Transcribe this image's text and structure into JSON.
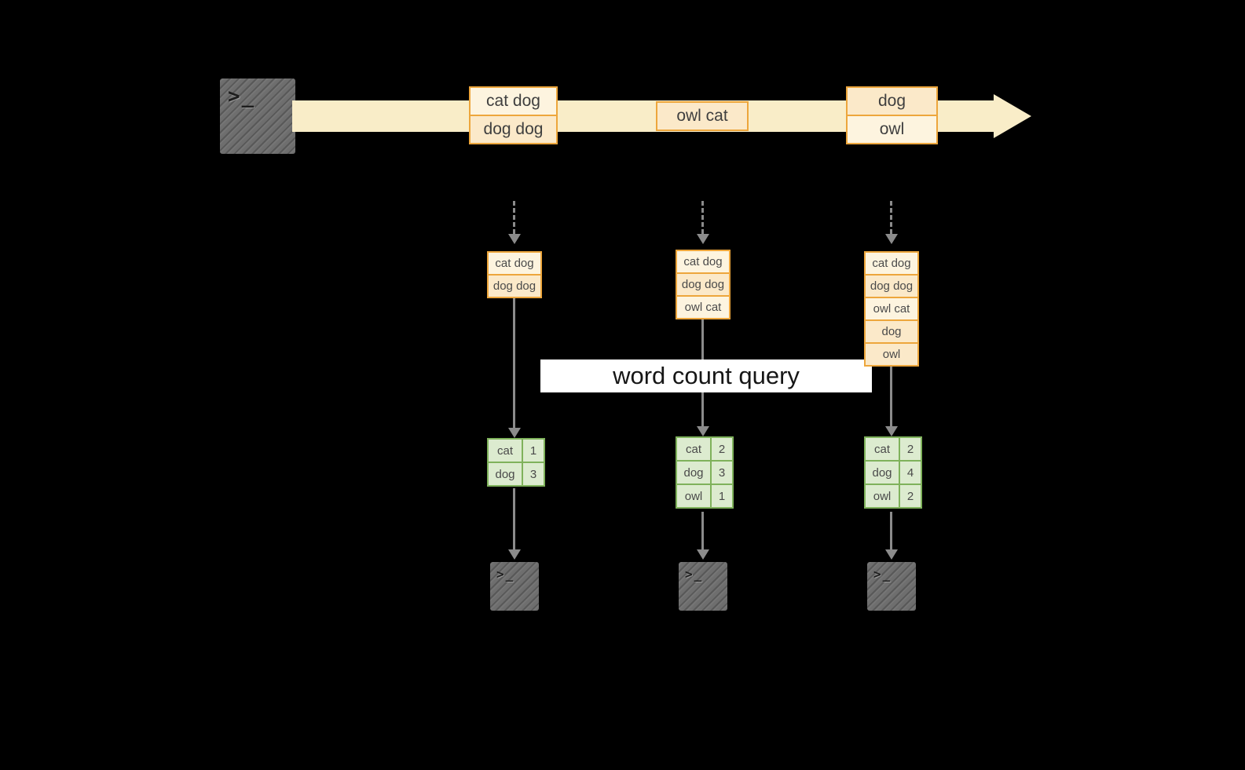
{
  "canvas": {
    "background": "#000000"
  },
  "stream": {
    "source_terminal_glyph": ">_",
    "events": [
      {
        "lines": [
          "cat dog",
          "dog dog"
        ]
      },
      {
        "lines": [
          "owl cat"
        ]
      },
      {
        "lines": [
          "dog",
          "owl"
        ]
      }
    ]
  },
  "banner": {
    "label": "word count query"
  },
  "pipelines": [
    {
      "buffer": [
        "cat dog",
        "dog dog"
      ],
      "counts": [
        {
          "word": "cat",
          "count": "1"
        },
        {
          "word": "dog",
          "count": "3"
        }
      ],
      "terminal_glyph": ">_"
    },
    {
      "buffer": [
        "cat dog",
        "dog dog",
        "owl cat"
      ],
      "counts": [
        {
          "word": "cat",
          "count": "2"
        },
        {
          "word": "dog",
          "count": "3"
        },
        {
          "word": "owl",
          "count": "1"
        }
      ],
      "terminal_glyph": ">_"
    },
    {
      "buffer": [
        "cat dog",
        "dog dog",
        "owl cat",
        "dog",
        "owl"
      ],
      "counts": [
        {
          "word": "cat",
          "count": "2"
        },
        {
          "word": "dog",
          "count": "4"
        },
        {
          "word": "owl",
          "count": "2"
        }
      ],
      "terminal_glyph": ">_"
    }
  ],
  "colors": {
    "stream_arrow": "#f9edc8",
    "event_border": "#eda63c",
    "event_fill_light": "#fdf4df",
    "event_fill_dark": "#fbe9c9",
    "table_border": "#7fb25b",
    "table_fill": "#dcebcf",
    "connector": "#8b8b8b",
    "terminal_fill": "#6e6e6e",
    "banner_bg": "#ffffff"
  }
}
